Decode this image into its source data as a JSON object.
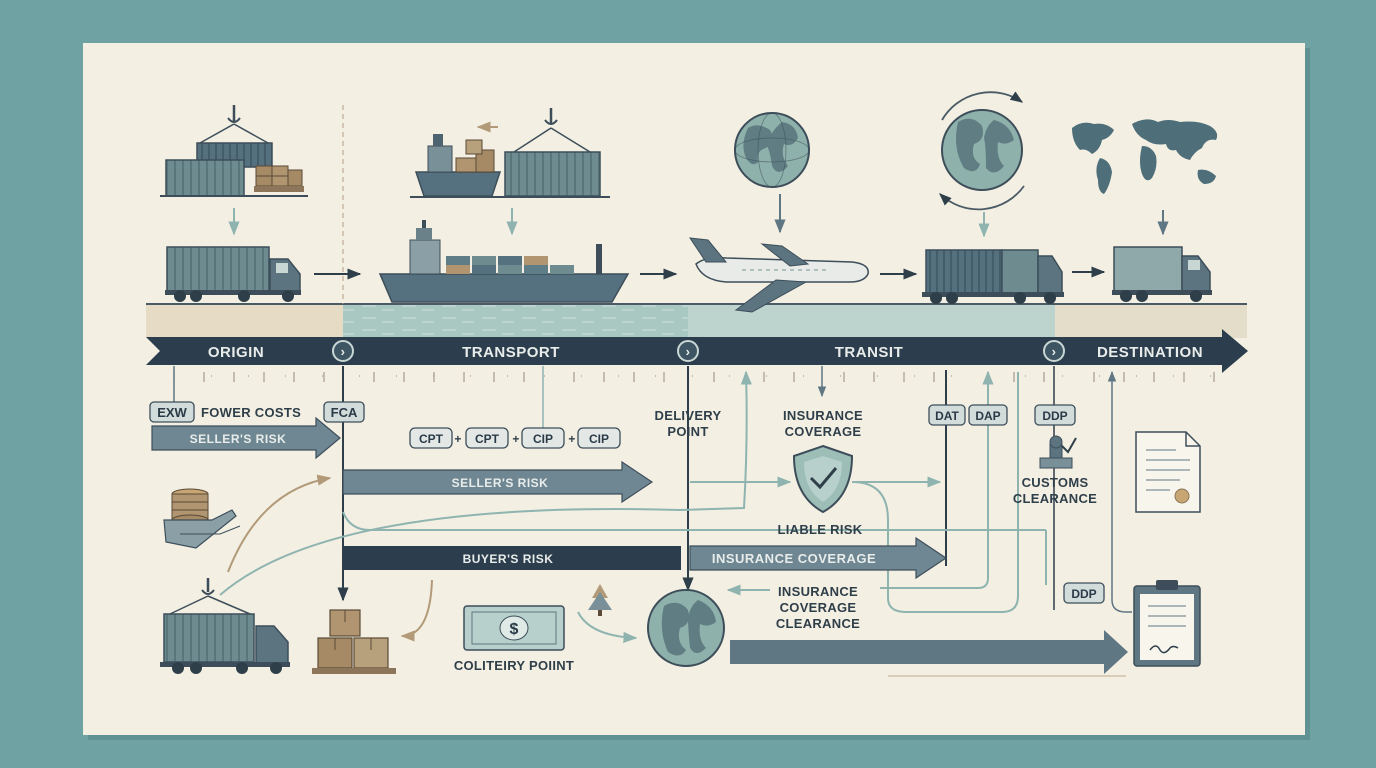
{
  "stages": {
    "origin": "ORIGIN",
    "transport": "TRANSPORT",
    "transit": "TRANSIT",
    "destination": "DESTINATION"
  },
  "stage_markers": [
    "›",
    "›",
    "›"
  ],
  "terms": {
    "exw": "EXW",
    "fca": "FCA",
    "cpt1": "CPT",
    "cpt2": "CPT",
    "cip1": "CIP",
    "cip2": "CIP",
    "dat": "DAT",
    "dap": "DAP",
    "ddp_top": "DDP",
    "ddp_bottom": "DDP"
  },
  "labels": {
    "fower_costs": "FOWER COSTS",
    "sellers_risk_left": "SELLER'S RISK",
    "sellers_risk_mid": "SELLER'S RISK",
    "delivery_point_1": "DELIVERY",
    "delivery_point_2": "POINT",
    "insurance_cov_1": "INSURANCE",
    "insurance_cov_2": "COVERAGE",
    "customs_1": "CUSTOMS",
    "customs_2": "CLEARANCE",
    "liable_risk": "LIABLE RISK",
    "buyers_risk": "BUYER'S RISK",
    "insurance_coverage_bar": "INSURANCE COVERAGE",
    "icc_1": "INSURANCE",
    "icc_2": "COVERAGE",
    "icc_3": "CLEARANCE",
    "coliteiry_point": "COLITEIRY POIINT",
    "plus": "+"
  },
  "colors": {
    "background": "#6fa2a2",
    "panel": "#f3efe3",
    "navy": "#2c3e4d",
    "slate": "#5f7683",
    "teal": "#8fb4b0",
    "sea": "#a9c8c2",
    "tan": "#b29a78"
  },
  "icons": [
    "container-crane-icon",
    "cargo-ship-icon",
    "globe-icon",
    "world-map-icon",
    "truck-icon",
    "airplane-icon",
    "shield-icon",
    "document-icon",
    "clipboard-icon",
    "banknote-icon",
    "coins-icon",
    "boxes-icon",
    "stamp-icon"
  ]
}
